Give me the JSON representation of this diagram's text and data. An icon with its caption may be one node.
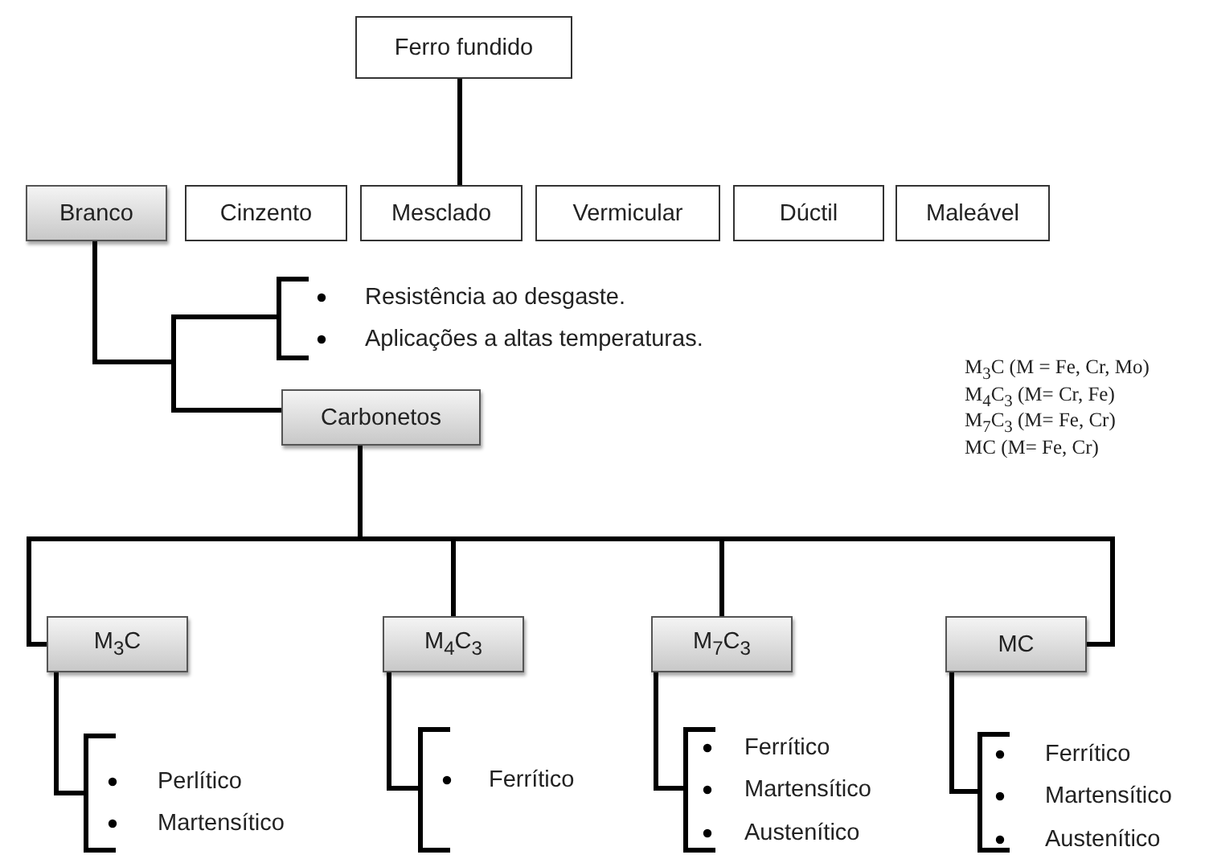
{
  "diagram": {
    "nodes": [
      {
        "text": [
          "Ferro fundido"
        ]
      },
      {
        "text": [
          "Branco"
        ]
      },
      {
        "text": [
          "Cinzento"
        ]
      },
      {
        "text": [
          "Mesclado"
        ]
      },
      {
        "text": [
          "Vermicular"
        ]
      },
      {
        "text": [
          "Dúctil"
        ]
      },
      {
        "text": [
          "Maleável"
        ]
      },
      {
        "text": [
          "Resistência ao desgaste.",
          "Aplicações a altas temperaturas."
        ]
      },
      {
        "text": [
          "Carbonetos"
        ]
      },
      {
        "text": [
          "M$_{3}$C"
        ]
      },
      {
        "text": [
          "M$_{4}$C$_{3}$"
        ]
      },
      {
        "text": [
          "M$_{7}$C$_{3}$"
        ]
      },
      {
        "text": [
          "MC"
        ]
      },
      {
        "text": [
          "Perlítico",
          "Martensítico"
        ]
      },
      {
        "text": [
          "Ferrítico"
        ]
      },
      {
        "text": [
          "Ferrítico",
          "Martensítico",
          "Austenítico"
        ]
      },
      {
        "text": [
          "Ferrítico",
          "Martensítico",
          "Austenítico"
        ]
      }
    ],
    "edges": [
      {
        "from": 0,
        "to": 3,
        "arrow": "none"
      },
      {
        "from": 1,
        "to": 7,
        "arrow": "none"
      },
      {
        "from": 1,
        "to": 8,
        "arrow": "none"
      },
      {
        "from": 8,
        "to": 9,
        "arrow": "none"
      },
      {
        "from": 8,
        "to": 10,
        "arrow": "none"
      },
      {
        "from": 8,
        "to": 11,
        "arrow": "none"
      },
      {
        "from": 8,
        "to": 12,
        "arrow": "none"
      },
      {
        "from": 9,
        "to": 13,
        "arrow": "none"
      },
      {
        "from": 10,
        "to": 14,
        "arrow": "none"
      },
      {
        "from": 11,
        "to": 15,
        "arrow": "none"
      },
      {
        "from": 12,
        "to": 16,
        "arrow": "none"
      }
    ],
    "labels": [
      "M$_{3}$C (M = Fe, Cr, Mo)",
      "M$_{4}$C$_{3}$ (M= Cr, Fe)",
      "M$_{7}$C$_{3}$ (M= Fe, Cr)",
      "MC (M= Fe, Cr)"
    ]
  }
}
